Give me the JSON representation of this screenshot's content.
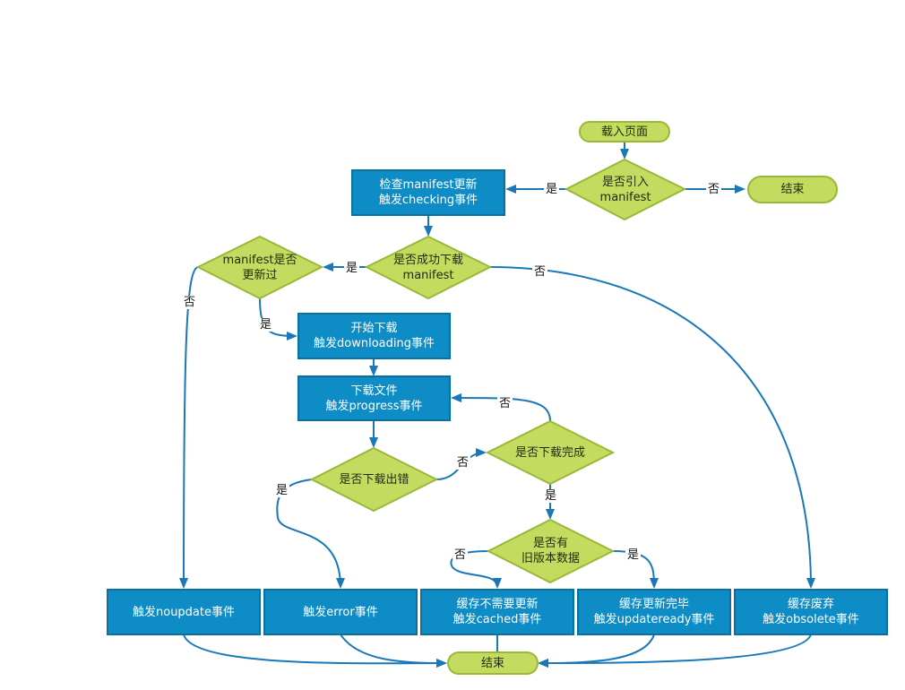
{
  "nodes": {
    "start": "载入页面",
    "has_manifest": [
      "是否引入",
      "manifest"
    ],
    "end_top": "结束",
    "check_update": [
      "检查manifest更新",
      "触发checking事件"
    ],
    "download_success": [
      "是否成功下载",
      "manifest"
    ],
    "manifest_updated": [
      "manifest是否",
      "更新过"
    ],
    "start_download": [
      "开始下载",
      "触发downloading事件"
    ],
    "download_files": [
      "下载文件",
      "触发progress事件"
    ],
    "download_error": "是否下载出错",
    "download_done": "是否下载完成",
    "has_old_version": [
      "是否有",
      "旧版本数据"
    ],
    "noupdate": "触发noupdate事件",
    "error": "触发error事件",
    "cached": [
      "缓存不需要更新",
      "触发cached事件"
    ],
    "updateready": [
      "缓存更新完毕",
      "触发updateready事件"
    ],
    "obsolete": [
      "缓存废弃",
      "触发obsolete事件"
    ],
    "end_bottom": "结束"
  },
  "edge_labels": {
    "yes": "是",
    "no": "否"
  },
  "colors": {
    "box_fill": "#0e8cc6",
    "box_stroke": "#0c6f9d",
    "diamond_fill": "#c3dc60",
    "diamond_stroke": "#9ab838",
    "arrow": "#1a78b8"
  }
}
